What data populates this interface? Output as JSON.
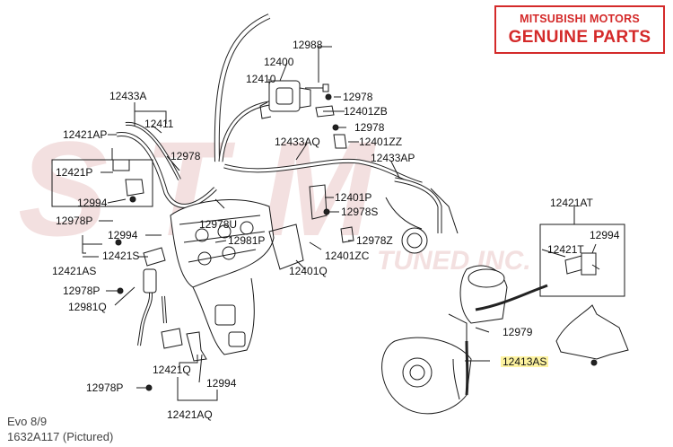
{
  "badge": {
    "line1": "MITSUBISHI MOTORS",
    "line2": "GENUINE PARTS",
    "color": "#d42a2a"
  },
  "watermark": {
    "text": "STM",
    "subtext": "TUNED INC.",
    "color": "#f2dede"
  },
  "highlight_color": "#fdf3a0",
  "labels": {
    "p12988": "12988",
    "p12400": "12400",
    "p12410": "12410",
    "p12978_a": "12978",
    "p12401ZB": "12401ZB",
    "p12978_b": "12978",
    "p12433AQ": "12433AQ",
    "p12401ZZ": "12401ZZ",
    "p12433A": "12433A",
    "p12411": "12411",
    "p12421AP": "12421AP",
    "p12978_c": "12978",
    "p12421P": "12421P",
    "p12994_a": "12994",
    "p12433AP": "12433AP",
    "p12401P": "12401P",
    "p12978S": "12978S",
    "p12978P_a": "12978P",
    "p12978U": "12978U",
    "p12994_b": "12994",
    "p12981P": "12981P",
    "p12978Z": "12978Z",
    "p12421S": "12421S",
    "p12401ZC": "12401ZC",
    "p12421AS": "12421AS",
    "p12401Q": "12401Q",
    "p12421AT": "12421AT",
    "p12994_c": "12994",
    "p12421T": "12421T",
    "p12978P_b": "12978P",
    "p12981Q": "12981Q",
    "p12979": "12979",
    "p12413AS": "12413AS",
    "p12421Q": "12421Q",
    "p12994_d": "12994",
    "p12978P_c": "12978P",
    "p12421AQ": "12421AQ"
  },
  "footer": {
    "model": "Evo 8/9",
    "part": "1632A117  (Pictured)"
  }
}
